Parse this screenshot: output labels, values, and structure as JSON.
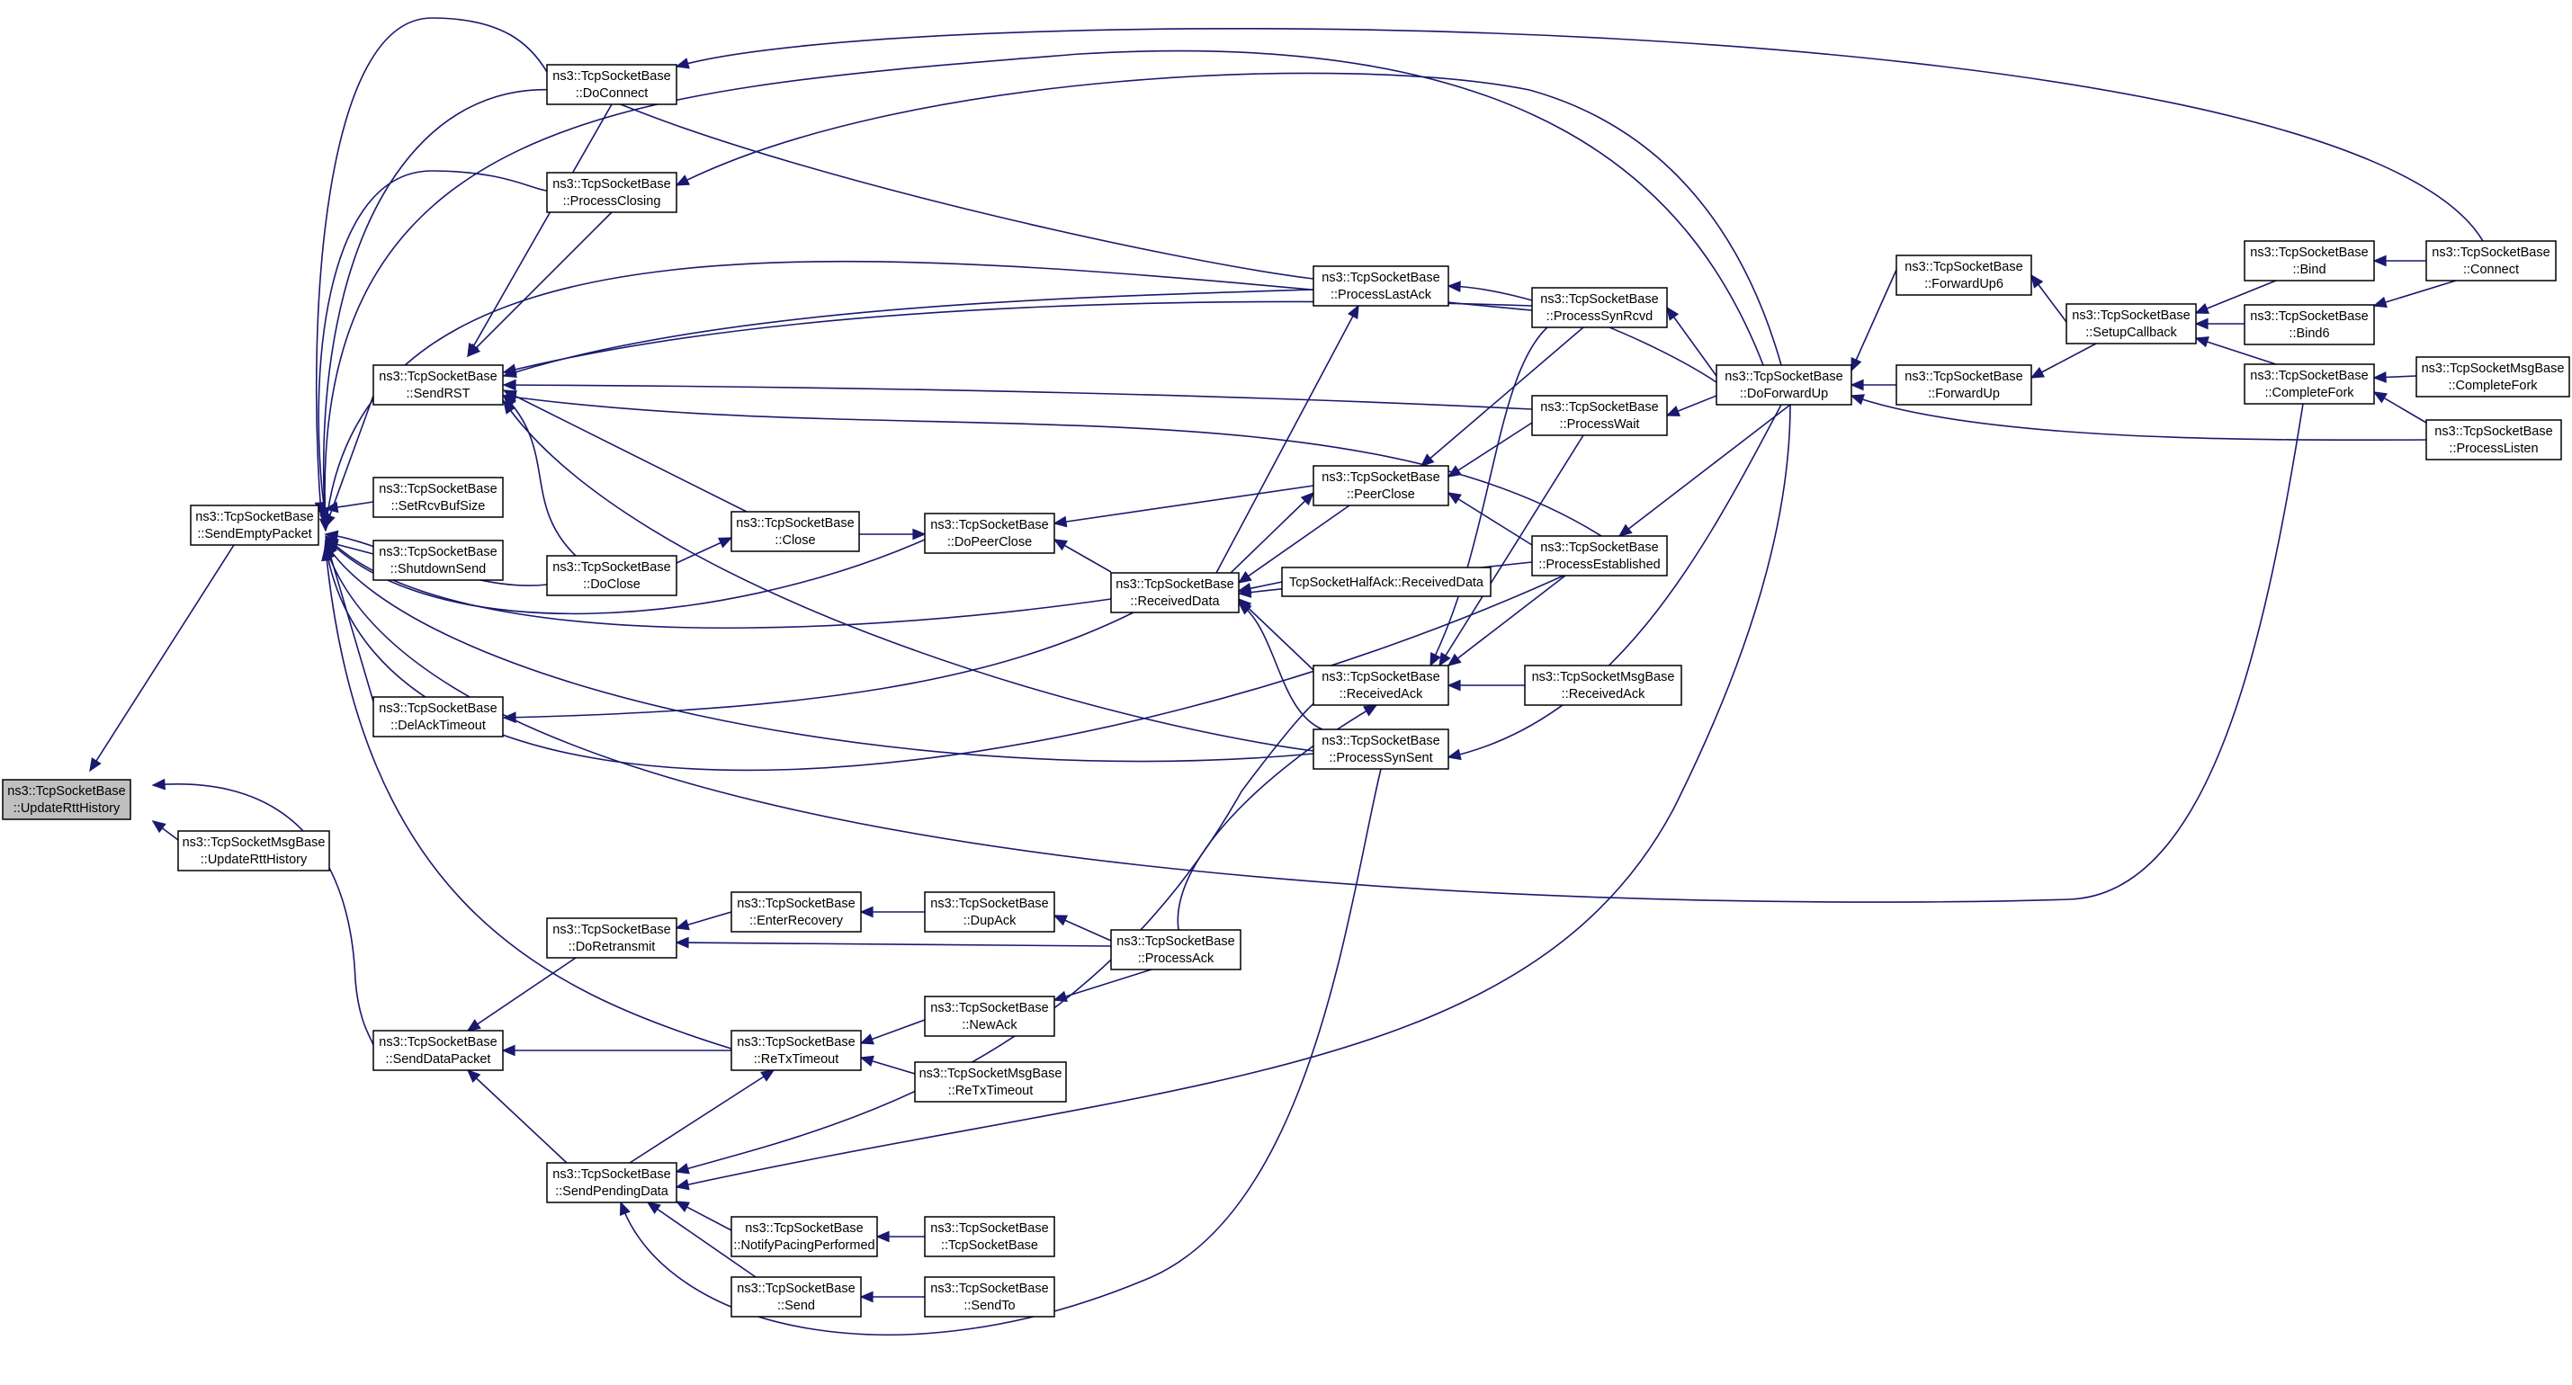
{
  "graph": {
    "edge_color": "#191970",
    "root_fill": "#bfbfbf",
    "nodes": [
      {
        "id": "n_root",
        "lines": [
          "ns3::TcpSocketBase",
          "::UpdateRttHistory"
        ],
        "root": true
      },
      {
        "id": "n_msg_urh",
        "lines": [
          "ns3::TcpSocketMsgBase",
          "::UpdateRttHistory"
        ]
      },
      {
        "id": "n_sep",
        "lines": [
          "ns3::TcpSocketBase",
          "::SendEmptyPacket"
        ]
      },
      {
        "id": "n_sdp",
        "lines": [
          "ns3::TcpSocketBase",
          "::SendDataPacket"
        ]
      },
      {
        "id": "n_doconnect",
        "lines": [
          "ns3::TcpSocketBase",
          "::DoConnect"
        ]
      },
      {
        "id": "n_pclosing",
        "lines": [
          "ns3::TcpSocketBase",
          "::ProcessClosing"
        ]
      },
      {
        "id": "n_rst",
        "lines": [
          "ns3::TcpSocketBase",
          "::SendRST"
        ]
      },
      {
        "id": "n_srbs",
        "lines": [
          "ns3::TcpSocketBase",
          "::SetRcvBufSize"
        ]
      },
      {
        "id": "n_shut",
        "lines": [
          "ns3::TcpSocketBase",
          "::ShutdownSend"
        ]
      },
      {
        "id": "n_doclose",
        "lines": [
          "ns3::TcpSocketBase",
          "::DoClose"
        ]
      },
      {
        "id": "n_delack",
        "lines": [
          "ns3::TcpSocketBase",
          "::DelAckTimeout"
        ]
      },
      {
        "id": "n_close",
        "lines": [
          "ns3::TcpSocketBase",
          "::Close"
        ]
      },
      {
        "id": "n_dopeer",
        "lines": [
          "ns3::TcpSocketBase",
          "::DoPeerClose"
        ]
      },
      {
        "id": "n_plastack",
        "lines": [
          "ns3::TcpSocketBase",
          "::ProcessLastAck"
        ]
      },
      {
        "id": "n_peerclose",
        "lines": [
          "ns3::TcpSocketBase",
          "::PeerClose"
        ]
      },
      {
        "id": "n_rdata",
        "lines": [
          "ns3::TcpSocketBase",
          "::ReceivedData"
        ]
      },
      {
        "id": "n_halfack",
        "lines": [
          "TcpSocketHalfAck::ReceivedData"
        ]
      },
      {
        "id": "n_rack",
        "lines": [
          "ns3::TcpSocketBase",
          "::ReceivedAck"
        ]
      },
      {
        "id": "n_msg_rack",
        "lines": [
          "ns3::TcpSocketMsgBase",
          "::ReceivedAck"
        ]
      },
      {
        "id": "n_psynsent",
        "lines": [
          "ns3::TcpSocketBase",
          "::ProcessSynSent"
        ]
      },
      {
        "id": "n_psynrcvd",
        "lines": [
          "ns3::TcpSocketBase",
          "::ProcessSynRcvd"
        ]
      },
      {
        "id": "n_pwait",
        "lines": [
          "ns3::TcpSocketBase",
          "::ProcessWait"
        ]
      },
      {
        "id": "n_pest",
        "lines": [
          "ns3::TcpSocketBase",
          "::ProcessEstablished"
        ]
      },
      {
        "id": "n_dfu",
        "lines": [
          "ns3::TcpSocketBase",
          "::DoForwardUp"
        ]
      },
      {
        "id": "n_fu6",
        "lines": [
          "ns3::TcpSocketBase",
          "::ForwardUp6"
        ]
      },
      {
        "id": "n_fu",
        "lines": [
          "ns3::TcpSocketBase",
          "::ForwardUp"
        ]
      },
      {
        "id": "n_setcb",
        "lines": [
          "ns3::TcpSocketBase",
          "::SetupCallback"
        ]
      },
      {
        "id": "n_bind",
        "lines": [
          "ns3::TcpSocketBase",
          "::Bind"
        ]
      },
      {
        "id": "n_bind6",
        "lines": [
          "ns3::TcpSocketBase",
          "::Bind6"
        ]
      },
      {
        "id": "n_cfork",
        "lines": [
          "ns3::TcpSocketBase",
          "::CompleteFork"
        ]
      },
      {
        "id": "n_connect",
        "lines": [
          "ns3::TcpSocketBase",
          "::Connect"
        ]
      },
      {
        "id": "n_msg_cfork",
        "lines": [
          "ns3::TcpSocketMsgBase",
          "::CompleteFork"
        ]
      },
      {
        "id": "n_plisten",
        "lines": [
          "ns3::TcpSocketBase",
          "::ProcessListen"
        ]
      },
      {
        "id": "n_doretx",
        "lines": [
          "ns3::TcpSocketBase",
          "::DoRetransmit"
        ]
      },
      {
        "id": "n_enterrec",
        "lines": [
          "ns3::TcpSocketBase",
          "::EnterRecovery"
        ]
      },
      {
        "id": "n_dupack",
        "lines": [
          "ns3::TcpSocketBase",
          "::DupAck"
        ]
      },
      {
        "id": "n_pack",
        "lines": [
          "ns3::TcpSocketBase",
          "::ProcessAck"
        ]
      },
      {
        "id": "n_retx",
        "lines": [
          "ns3::TcpSocketBase",
          "::ReTxTimeout"
        ]
      },
      {
        "id": "n_newack",
        "lines": [
          "ns3::TcpSocketBase",
          "::NewAck"
        ]
      },
      {
        "id": "n_msg_retx",
        "lines": [
          "ns3::TcpSocketMsgBase",
          "::ReTxTimeout"
        ]
      },
      {
        "id": "n_spd",
        "lines": [
          "ns3::TcpSocketBase",
          "::SendPendingData"
        ]
      },
      {
        "id": "n_npp",
        "lines": [
          "ns3::TcpSocketBase",
          "::NotifyPacingPerformed"
        ]
      },
      {
        "id": "n_ctor",
        "lines": [
          "ns3::TcpSocketBase",
          "::TcpSocketBase"
        ]
      },
      {
        "id": "n_send",
        "lines": [
          "ns3::TcpSocketBase",
          "::Send"
        ]
      },
      {
        "id": "n_sendto",
        "lines": [
          "ns3::TcpSocketBase",
          "::SendTo"
        ]
      }
    ]
  }
}
